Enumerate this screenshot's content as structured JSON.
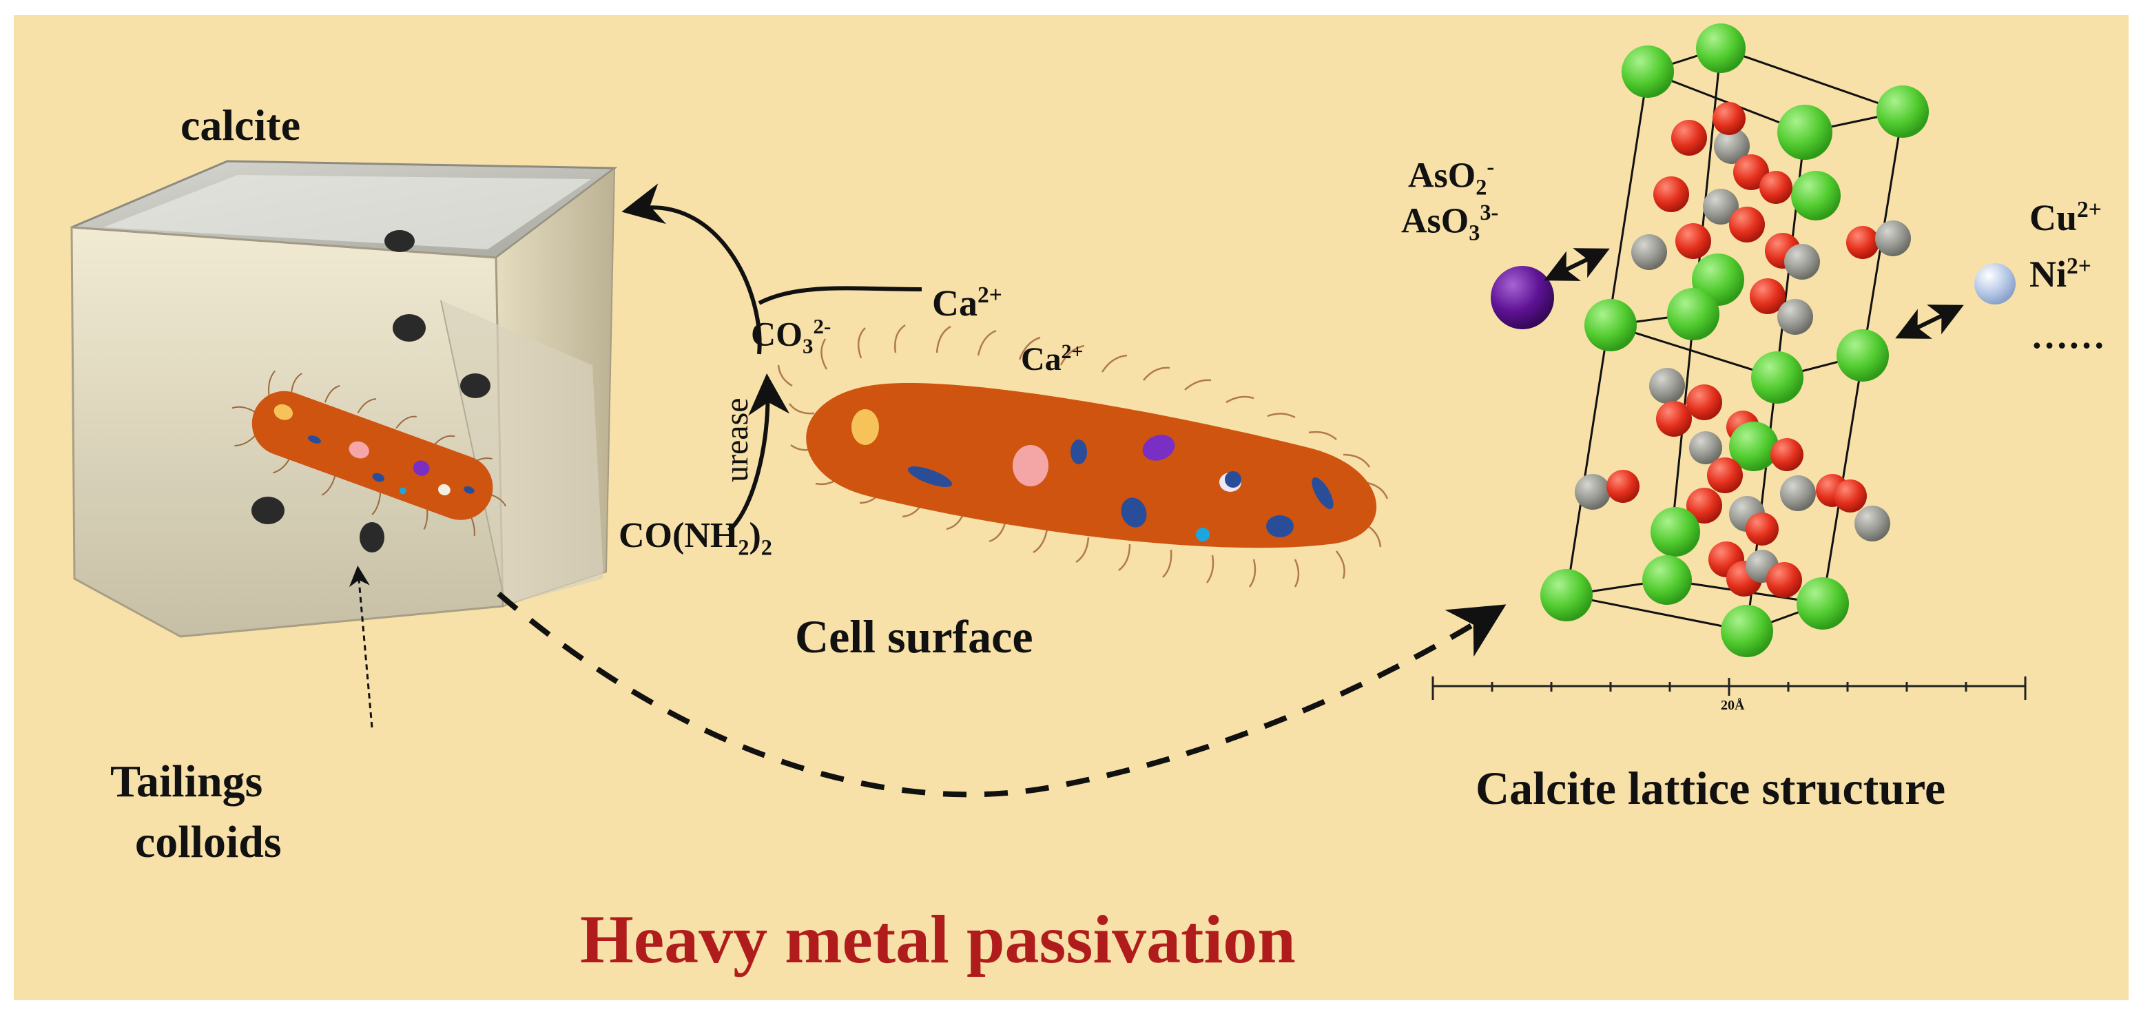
{
  "title": "Heavy metal passivation",
  "labels": {
    "calcite": "calcite",
    "tailings_line1": "Tailings",
    "tailings_line2": "colloids",
    "cell_surface": "Cell surface",
    "lattice": "Calcite lattice structure",
    "scale_bar": "20Å",
    "urease": "urease",
    "ca_top": "Ca",
    "ca_top_charge": "2+",
    "ca_mid": "Ca",
    "ca_mid_charge": "2+",
    "co3": "CO",
    "co3_sub": "3",
    "co3_charge": "2-",
    "urea": "CO(NH",
    "urea_sub": "2",
    "urea_close": ")",
    "urea_sub2": "2",
    "aso2": "AsO",
    "aso2_sub": "2",
    "aso2_charge": "-",
    "aso3": "AsO",
    "aso3_sub": "3",
    "aso3_charge": "3-",
    "cu": "Cu",
    "cu_charge": "2+",
    "ni": "Ni",
    "ni_charge": "2+",
    "ellipsis": "……"
  },
  "colors": {
    "background": "#f7e1a8",
    "title": "#b01c1c",
    "bacterium": "#cf5410",
    "calcium": "#5ad33c",
    "carbon": "#9a9a96",
    "oxygen": "#e8301e",
    "arsenic_ion": "#6a1aa0",
    "metal_ion": "#b4c8e6"
  }
}
